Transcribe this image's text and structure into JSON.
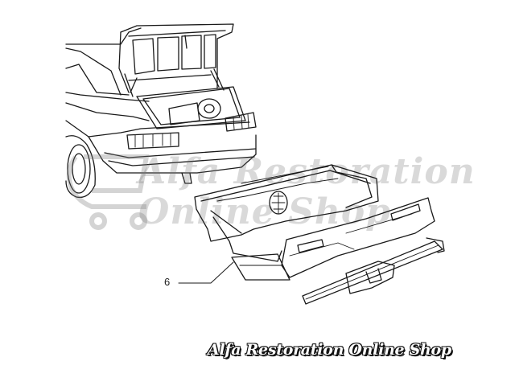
{
  "diagram": {
    "callouts": [
      {
        "label": "6"
      }
    ]
  },
  "watermark": {
    "line1": "Alfa Restoration",
    "line2": "Online Shop"
  },
  "brand": {
    "banner_text": "Alfa Restoration Online Shop"
  },
  "colors": {
    "line": "#1a1a1a",
    "watermark": "#8a8a8a",
    "background": "#ffffff"
  }
}
